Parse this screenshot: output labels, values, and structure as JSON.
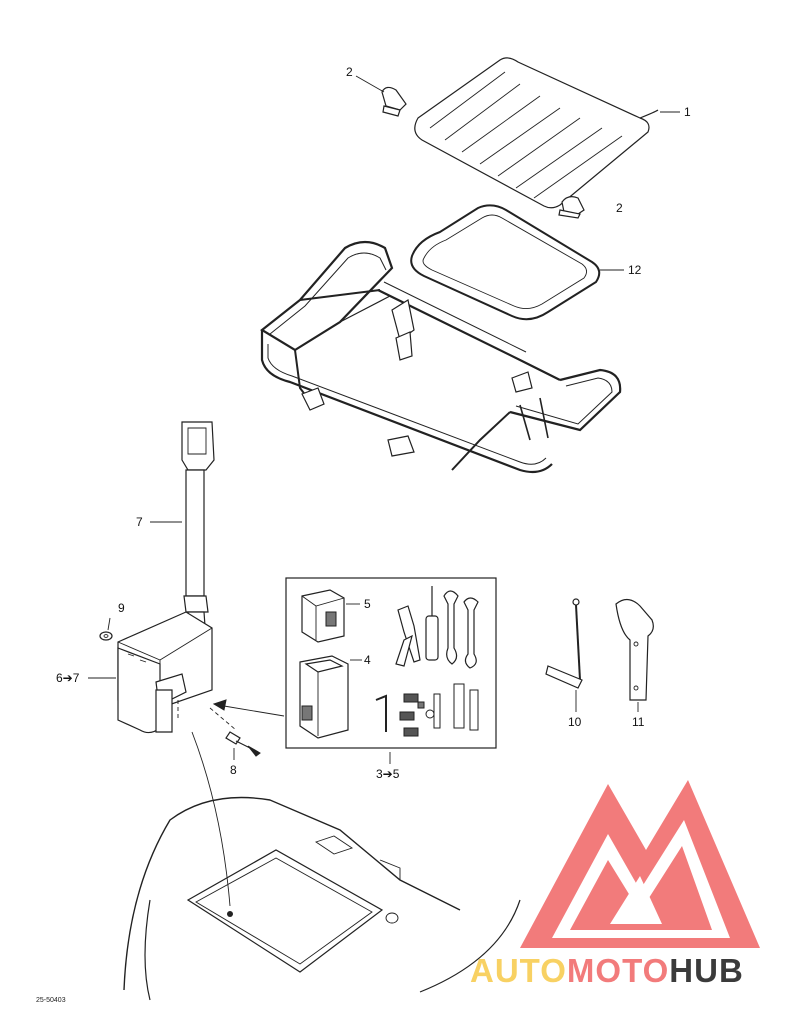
{
  "callouts": {
    "c1": "1",
    "c2a": "2",
    "c2b": "2",
    "c12": "12",
    "c7": "7",
    "c9": "9",
    "c6to7": "6➔7",
    "c8": "8",
    "c5": "5",
    "c4": "4",
    "c3to5": "3➔5",
    "c10": "10",
    "c11": "11"
  },
  "reference_code": "25-50403",
  "watermark": {
    "part_auto": "AUTO",
    "part_moto": "MOTO",
    "part_hub": "HUB",
    "color_red": "#f06464",
    "color_yellow": "#f7c948",
    "color_dark": "#1a1a1a"
  }
}
